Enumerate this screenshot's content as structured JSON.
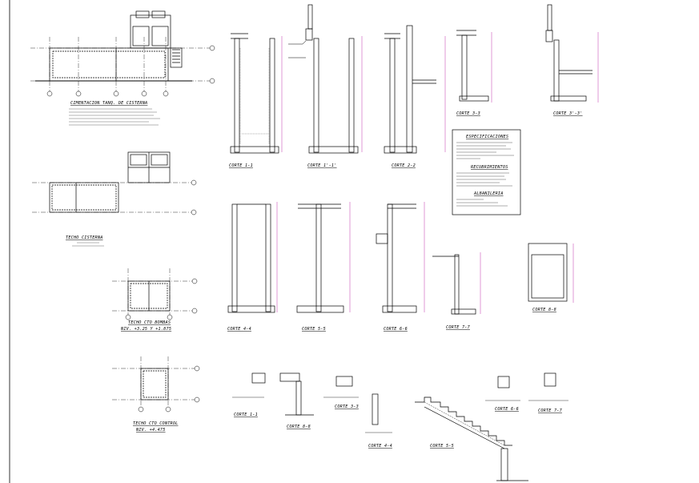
{
  "colors": {
    "line": "#000000",
    "dim": "#b0009b",
    "wall_fill": "#ffffff",
    "hatch": "#555555"
  },
  "plans": {
    "p1": {
      "title": "CIMENTACION TANQ. DE CISTERNA"
    },
    "p2": {
      "title": "TECHO CISTERNA"
    },
    "p3": {
      "title": "TECHO CTO BOMBAS",
      "subtitle": "NIV. +3.25 Y +1.875"
    },
    "p4": {
      "title": "TECHO CTO CONTROL",
      "subtitle": "NIV. +4.475"
    }
  },
  "sections": {
    "s11": {
      "title": "CORTE 1-1"
    },
    "s12": {
      "title": "CORTE 1'-1'"
    },
    "s22": {
      "title": "CORTE 2-2"
    },
    "s33": {
      "title": "CORTE 3-3"
    },
    "s3p": {
      "title": "CORTE 3'-3'"
    },
    "s44": {
      "title": "CORTE 4-4"
    },
    "s55": {
      "title": "CORTE 5-5"
    },
    "s66": {
      "title": "CORTE 6-6"
    },
    "s77": {
      "title": "CORTE 7-7"
    },
    "s88": {
      "title": "CORTE 8-8"
    }
  },
  "details": {
    "d1": {
      "title": "CORTE 1-1"
    },
    "d2": {
      "title": "CORTE 8-8"
    },
    "d3": {
      "title": "CORTE 3-3"
    },
    "d4": {
      "title": "CORTE 4-4"
    },
    "d5": {
      "title": "CORTE 5-5"
    },
    "d6": {
      "title": "CORTE 6-6"
    },
    "d7": {
      "title": "CORTE 7-7"
    }
  },
  "specs": {
    "title": "ESPECIFICACIONES",
    "sub1": "RECUBRIMIENTOS",
    "sub2": "ALBANILERIA"
  }
}
